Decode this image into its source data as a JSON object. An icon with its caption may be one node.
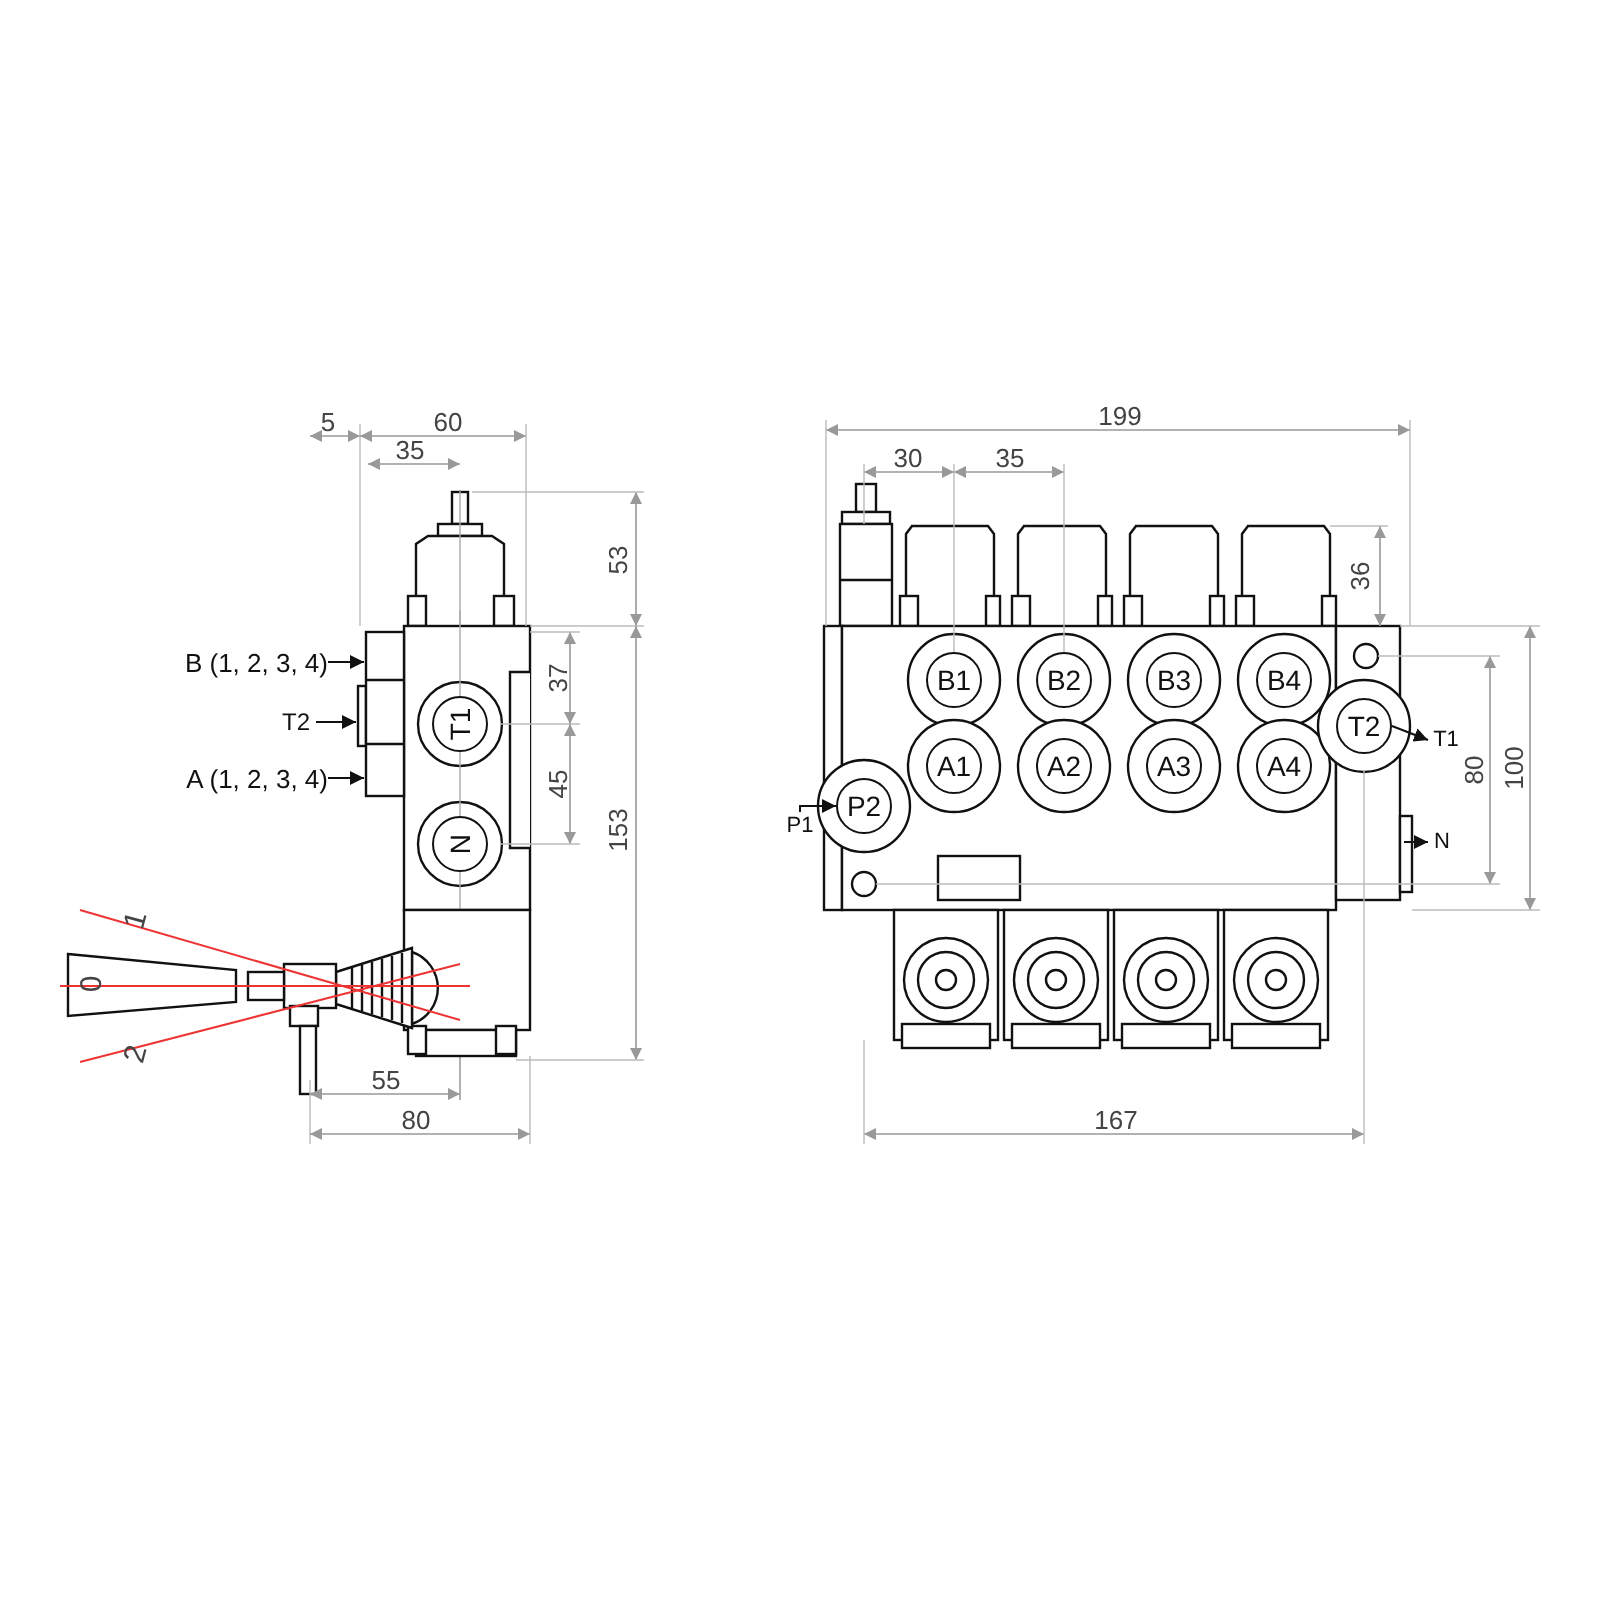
{
  "diagram": {
    "nodes": [
      {
        "text": [
          "B (1, 2, 3, 4)"
        ]
      },
      {
        "text": [
          "T2"
        ]
      },
      {
        "text": [
          "A (1, 2, 3, 4)"
        ]
      },
      {
        "text": [
          "T1"
        ]
      },
      {
        "text": [
          "N"
        ]
      },
      {
        "text": [
          "B1"
        ]
      },
      {
        "text": [
          "B2"
        ]
      },
      {
        "text": [
          "B3"
        ]
      },
      {
        "text": [
          "B4"
        ]
      },
      {
        "text": [
          "T2"
        ]
      },
      {
        "text": [
          "T1"
        ]
      },
      {
        "text": [
          "A1"
        ]
      },
      {
        "text": [
          "A2"
        ]
      },
      {
        "text": [
          "A3"
        ]
      },
      {
        "text": [
          "A4"
        ]
      },
      {
        "text": [
          "P1"
        ]
      },
      {
        "text": [
          "P2"
        ]
      },
      {
        "text": [
          "N"
        ]
      }
    ],
    "edges": [
      {
        "from": 0,
        "to": null,
        "arrow": "to"
      },
      {
        "from": 1,
        "to": null,
        "arrow": "to"
      },
      {
        "from": 2,
        "to": null,
        "arrow": "to"
      },
      {
        "from": 15,
        "to": 16,
        "arrow": "to"
      },
      {
        "from": 9,
        "to": 10,
        "arrow": "to"
      },
      {
        "from": null,
        "to": 17,
        "arrow": "to"
      }
    ],
    "labels": [
      "5",
      "60",
      "35",
      "53",
      "37",
      "45",
      "153",
      "1",
      "0",
      "2",
      "55",
      "80",
      "199",
      "30",
      "35",
      "36",
      "80",
      "100",
      "167"
    ]
  }
}
